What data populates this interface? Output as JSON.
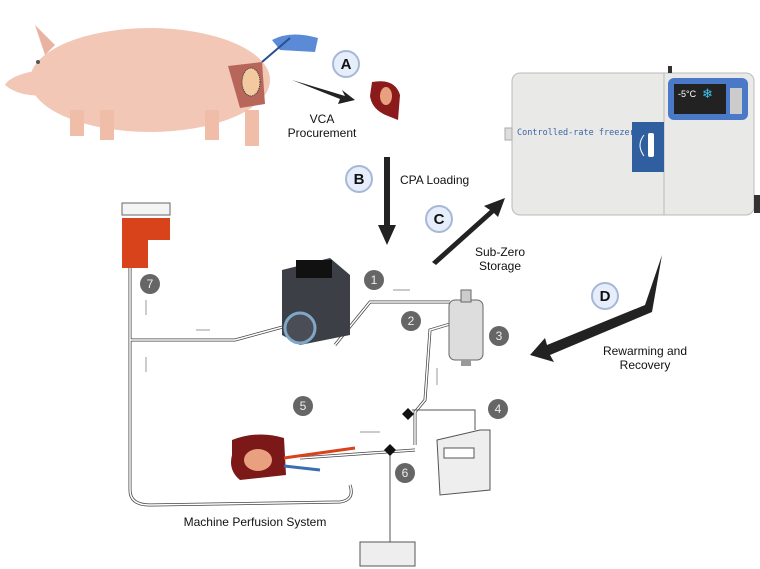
{
  "steps": [
    {
      "letter": "A",
      "label": "VCA Procurement"
    },
    {
      "letter": "B",
      "label": "CPA Loading"
    },
    {
      "letter": "C",
      "label": "Sub-Zero Storage"
    },
    {
      "letter": "D",
      "label": "Rewarming and Recovery"
    }
  ],
  "labels": {
    "vca_line1": "VCA",
    "vca_line2": "Procurement",
    "cpa": "CPA Loading",
    "sub_line1": "Sub-Zero",
    "sub_line2": "Storage",
    "rew_line1": "Rewarming and",
    "rew_line2": "Recovery",
    "system": "Machine Perfusion System"
  },
  "freezer": {
    "name": "Controlled-rate freezer",
    "display_temp": "-5°C",
    "display_icon": "snowflake-icon"
  },
  "components": [
    "1",
    "2",
    "3",
    "4",
    "5",
    "6",
    "7"
  ],
  "colors": {
    "step_fill": "#e6eefb",
    "step_border": "#a7b8d6",
    "freezer_blue": "#2f5f9e",
    "tissue": "#8b1a1a",
    "reservoir": "#d8431c"
  }
}
